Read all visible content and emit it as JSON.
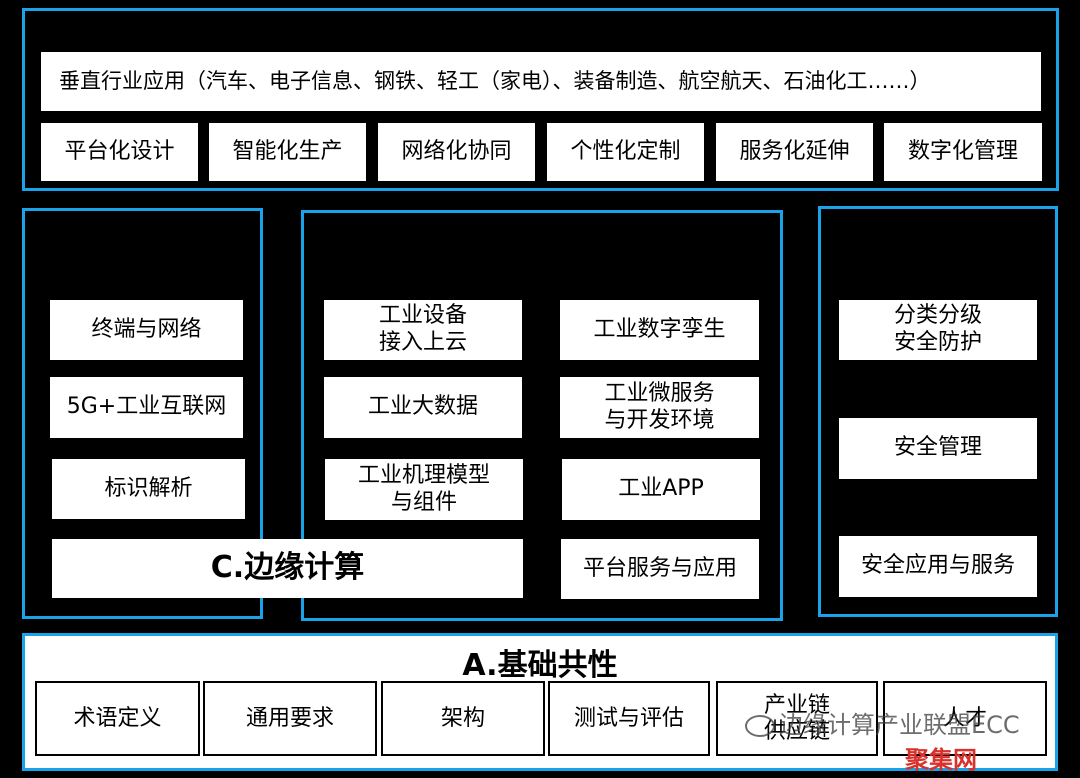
{
  "top": {
    "header": "垂直行业应用（汽车、电子信息、钢铁、轻工（家电）、装备制造、航空航天、石油化工……）",
    "modes": [
      "平台化设计",
      "智能化生产",
      "网络化协同",
      "个性化定制",
      "服务化延伸",
      "数字化管理"
    ]
  },
  "left": {
    "items": [
      "终端与网络",
      "5G+工业互联网",
      "标识解析"
    ],
    "edge": "C.边缘计算"
  },
  "middle": {
    "col1": [
      "工业设备\n接入上云",
      "工业大数据",
      "工业机理模型\n与组件"
    ],
    "col2": [
      "工业数字孪生",
      "工业微服务\n与开发环境",
      "工业APP",
      "平台服务与应用"
    ]
  },
  "right": {
    "items": [
      "分类分级\n安全防护",
      "安全管理",
      "安全应用与服务"
    ]
  },
  "base": {
    "title": "A.基础共性",
    "items": [
      "术语定义",
      "通用要求",
      "架构",
      "测试与评估",
      "产业链\n供应链",
      "人才"
    ]
  },
  "watermark": {
    "text": "边缘计算产业联盟ECC",
    "site": "聚集网"
  }
}
